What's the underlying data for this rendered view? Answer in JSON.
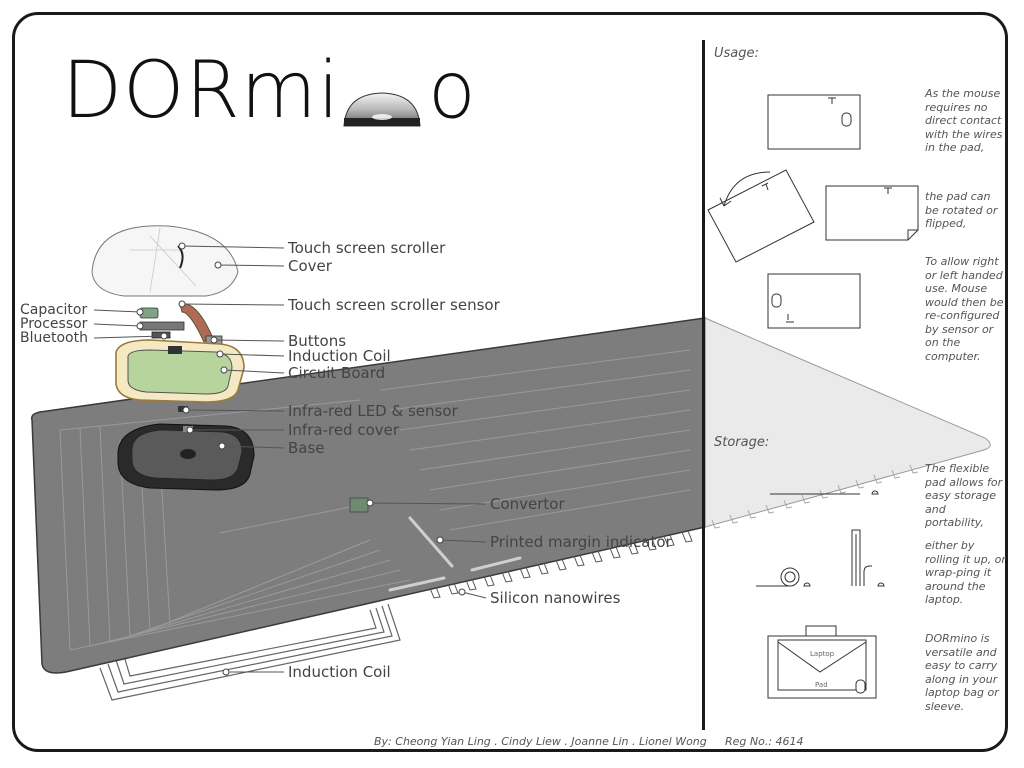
{
  "title": {
    "prefix": "DORmi",
    "suffix": "o"
  },
  "labels": {
    "touch_screen_scroller": "Touch screen scroller",
    "cover": "Cover",
    "touch_screen_scroller_sensor": "Touch screen scroller sensor",
    "capacitor": "Capacitor",
    "processor": "Processor",
    "bluetooth": "Bluetooth",
    "buttons": "Buttons",
    "induction_coil_top": "Induction Coil",
    "circuit_board": "Circuit Board",
    "infrared_led_sensor": "Infra-red LED & sensor",
    "infrared_cover": "Infra-red cover",
    "base": "Base",
    "convertor": "Convertor",
    "printed_margin_indicator": "Printed margin indicator",
    "silicon_nanowires": "Silicon nanowires",
    "induction_coil_bottom": "Induction Coil"
  },
  "usage": {
    "heading": "Usage:",
    "note1": "As the mouse requires no direct contact with the wires in the pad,",
    "note2": "the pad can be rotated or flipped,",
    "note3": "To allow right or left handed use. Mouse would then be re-configured by sensor or on the computer."
  },
  "storage": {
    "heading": "Storage:",
    "note1": "The flexible pad allows for easy storage and portability,",
    "note2": "either by rolling it up, or wrap-ping it around the laptop.",
    "note3": "DORmino is versatile and easy to carry along in your laptop bag or sleeve.",
    "bag_laptop_label": "Laptop",
    "bag_pad_label": "Pad"
  },
  "footer": {
    "credits": "By:  Cheong Yian Ling . Cindy Liew . Joanne Lin . Lionel Wong",
    "reg": "Reg No.: 4614"
  }
}
